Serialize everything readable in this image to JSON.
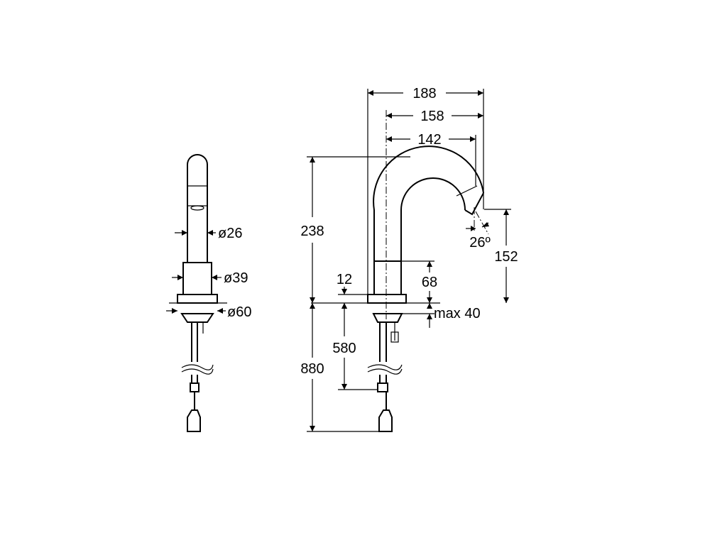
{
  "drawing": {
    "side_view": {
      "diameters": {
        "spout": "ø26",
        "body": "ø39",
        "base": "ø60"
      }
    },
    "front_view": {
      "dimensions": {
        "overall_reach": "188",
        "reach_to_centre": "158",
        "spout_reach": "142",
        "overall_height": "238",
        "outlet_height": "152",
        "outlet_angle": "26º",
        "body_height": "68",
        "base_thickness": "12",
        "max_deck_thickness": "max 40",
        "hose_length": "580",
        "tail_length": "880"
      }
    }
  }
}
